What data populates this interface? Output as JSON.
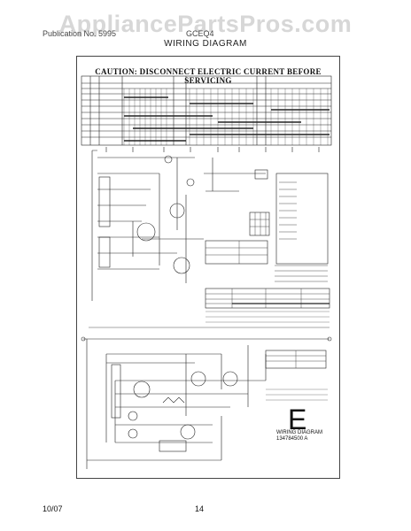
{
  "watermark": "AppliancePartsPros.com",
  "header": {
    "publication": "Publication No. 5995",
    "model": "GCEQ4",
    "title": "WIRING DIAGRAM"
  },
  "caution": "CAUTION:  DISCONNECT  ELECTRIC  CURRENT  BEFORE  SERVICING",
  "diagram": {
    "letter": "E",
    "label_line1": "WIRING DIAGRAM",
    "label_line2": "134784500  A"
  },
  "footer": {
    "date": "10/07",
    "page": "14"
  }
}
